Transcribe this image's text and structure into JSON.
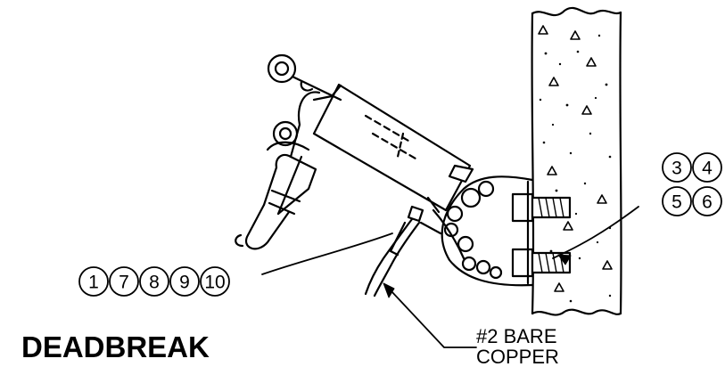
{
  "title": "DEADBREAK",
  "callouts_left": [
    "1",
    "7",
    "8",
    "9",
    "10"
  ],
  "callouts_right_top": [
    "3",
    "4"
  ],
  "callouts_right_bottom": [
    "5",
    "6"
  ],
  "conductor_label": {
    "line1": "#2 BARE",
    "line2": "COPPER"
  },
  "colors": {
    "ink": "#000000",
    "paper": "#ffffff"
  }
}
